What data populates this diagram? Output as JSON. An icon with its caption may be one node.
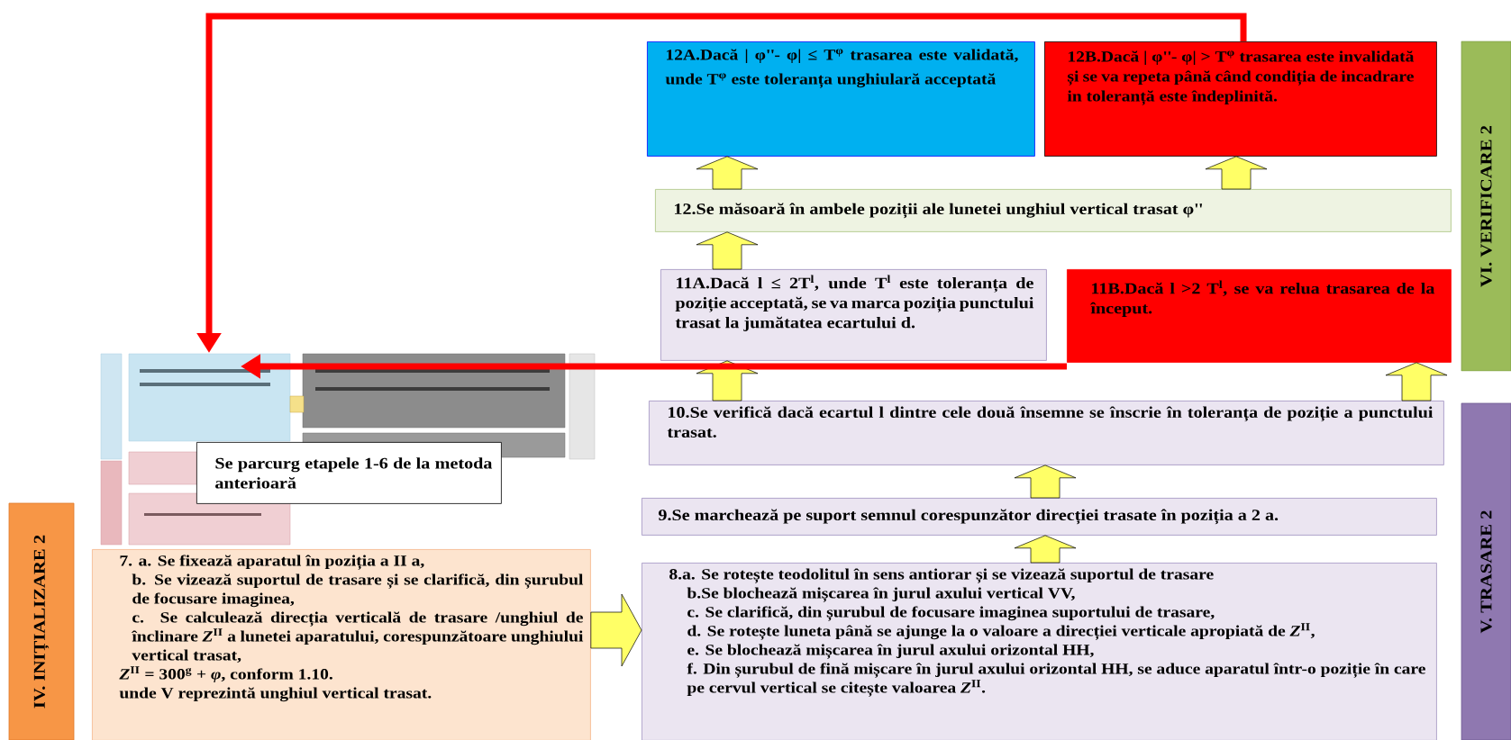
{
  "diagram": {
    "nodes": [
      {
        "text": [
          "12A.Dacă | φ''- φ| ≤ T$^{φ}$ trasarea este validată, unde T$^{φ}$ este toleranța unghiulară acceptată"
        ]
      },
      {
        "text": [
          "12B.Dacă | φ''- φ| > T$^{φ}$ trasarea este invalidată și se va repeta până când condiția de incadrare in toleranță este îndeplinită."
        ]
      },
      {
        "text": [
          "VI. VERIFICARE 2"
        ]
      },
      {
        "text": [
          "12.Se măsoară în ambele poziții ale lunetei unghiul vertical trasat φ''"
        ]
      },
      {
        "text": [
          "11A.Dacă l ≤ 2T$^{l}$, unde T$^{l}$ este toleranța de poziție acceptată, se va marca poziția punctului trasat la jumătatea ecartului d."
        ]
      },
      {
        "text": [
          "11B.Dacă l >2 T$^{l}$, se va relua trasarea de la început."
        ]
      },
      {
        "text": [],
        "shape": "picture"
      },
      {
        "text": [
          "Se parcurg etapele 1-6 de la metoda anterioară"
        ],
        "in": 6
      },
      {
        "text": [
          "10.Se verifică dacă ecartul l dintre cele două însemne se înscrie în toleranța de poziție a punctului trasat."
        ]
      },
      {
        "text": [
          "V. TRASARE 2"
        ]
      },
      {
        "text": [
          "9.Se marchează pe suport semnul corespunzător direcției trasate în poziția a 2 a."
        ]
      },
      {
        "text": [
          "IV. INIȚIALIZARE 2"
        ]
      },
      {
        "text": [
          "7. a. Se fixează aparatul în poziția a II a,",
          "b. Se vizează suportul de trasare și se clarifică, din șurubul de focusare imaginea,",
          "c. Se calculează direcția verticală de trasare /unghiul de înclinare *Z*$^{II}$ a lunetei aparatului, corespunzătoare unghiului vertical trasat,",
          "*Z*$^{II}$ = 300$^{g}$ + *φ*, conform 1.10.",
          "unde V reprezintă unghiul vertical trasat."
        ]
      },
      {
        "text": [
          "8.a. Se rotește teodolitul în sens antiorar și se vizează suportul de trasare",
          "b.Se blochează mișcarea în jurul axului vertical VV,",
          "c. Se clarifică, din șurubul de focusare imaginea suportului de trasare,",
          "d. Se rotește luneta până se ajunge la o valoare a direcției verticale apropiată de *Z*$^{II}$,",
          "e. Se blochează mișcarea în jurul axului orizontal HH,",
          "f. Din șurubul de fină mișcare în jurul axului orizontal HH, se aduce aparatul într-o poziție în care pe cervul vertical se citește valoarea *Z*$^{II}$."
        ]
      }
    ],
    "edges": [
      {
        "from": 3,
        "to": 0,
        "arrow": "to"
      },
      {
        "from": 3,
        "to": 1,
        "arrow": "to"
      },
      {
        "from": 4,
        "to": 3,
        "arrow": "to"
      },
      {
        "from": 8,
        "to": 4,
        "arrow": "to"
      },
      {
        "from": 8,
        "to": 5,
        "arrow": "to"
      },
      {
        "from": 10,
        "to": 8,
        "arrow": "to"
      },
      {
        "from": 13,
        "to": 10,
        "arrow": "to"
      },
      {
        "from": 12,
        "to": 13,
        "arrow": "to"
      },
      {
        "from": 1,
        "to": 6,
        "arrow": "to",
        "color": "#ff0000"
      },
      {
        "from": 5,
        "to": 6,
        "arrow": "to",
        "color": "#ff0000"
      }
    ]
  }
}
